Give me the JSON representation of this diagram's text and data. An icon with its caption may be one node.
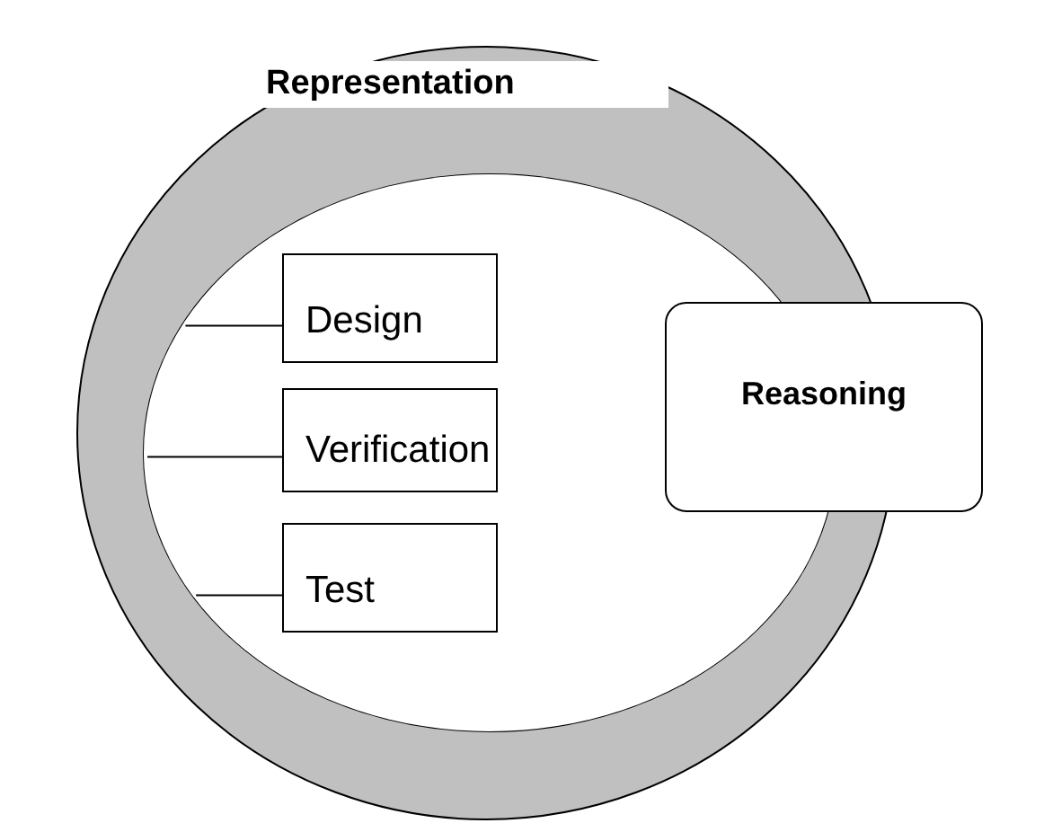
{
  "diagram": {
    "nodes": [
      {
        "text": [
          "Representation"
        ]
      },
      {
        "text": [],
        "shape": "circle",
        "in": 0
      },
      {
        "text": [
          "Design"
        ],
        "in": 1
      },
      {
        "text": [
          "Verification"
        ],
        "in": 1
      },
      {
        "text": [
          "Test"
        ],
        "in": 1
      },
      {
        "text": [
          "Reasoning"
        ]
      }
    ],
    "edges": [
      {
        "from": 1,
        "to": 2,
        "arrow": "none"
      },
      {
        "from": 1,
        "to": 3,
        "arrow": "none"
      },
      {
        "from": 1,
        "to": 4,
        "arrow": "none"
      }
    ]
  }
}
